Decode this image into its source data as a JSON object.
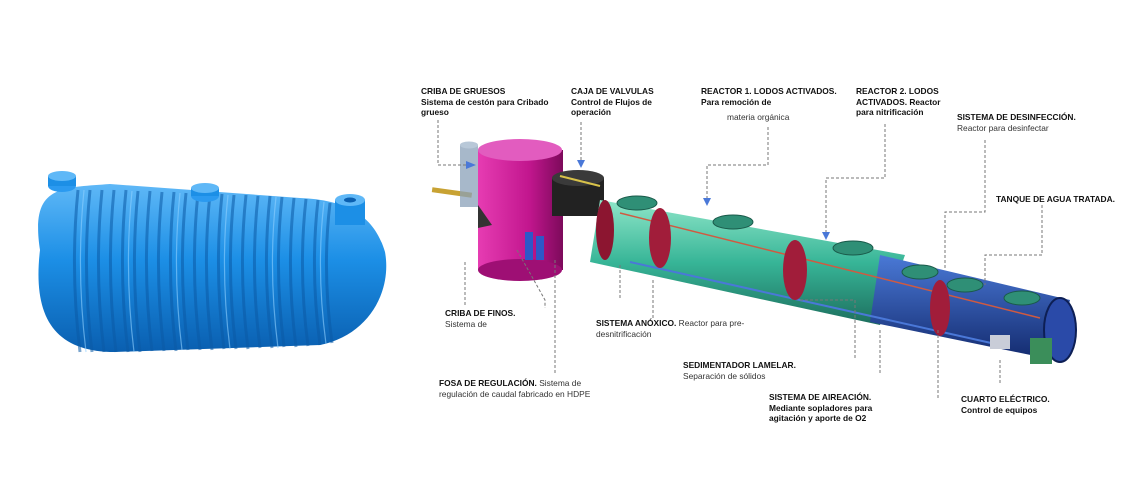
{
  "labels": {
    "criba_gruesos": {
      "title": "CRIBA DE GRUESOS",
      "desc": "Sistema de cestón para Cribado grueso"
    },
    "caja_valvulas": {
      "title": "CAJA DE VALVULAS",
      "desc": "Control de Flujos de operación"
    },
    "reactor1": {
      "title": "REACTOR 1. LODOS ACTIVADOS. Para remoción de",
      "desc": "materia orgánica"
    },
    "reactor2": {
      "title": "REACTOR 2. LODOS ACTIVADOS. Reactor para nitrificación"
    },
    "desinfeccion": {
      "title": "SISTEMA DE DESINFECCIÓN.",
      "desc": "Reactor para desinfectar"
    },
    "tanque_agua": {
      "title": "TANQUE DE AGUA TRATADA."
    },
    "criba_finos": {
      "title": "CRIBA DE FINOS.",
      "desc": "Sistema de"
    },
    "anoxico": {
      "title": "SISTEMA ANÓXICO.",
      "desc": "Reactor para pre- desnitrificación"
    },
    "fosa": {
      "title": "FOSA DE REGULACIÓN.",
      "desc": "Sistema de regulación de caudal fabricado en HDPE"
    },
    "sedimentador": {
      "title": "SEDIMENTADOR LAMELAR.",
      "desc": "Separación de sólidos"
    },
    "aireacion": {
      "title": "SISTEMA DE AIREACIÓN.",
      "desc": "Mediante sopladores para agitación y aporte de O2"
    },
    "cuarto": {
      "title": "CUARTO ELÉCTRICO.",
      "desc": "Control de equipos"
    }
  },
  "colors": {
    "tank_blue": "#1c8fe6",
    "magenta": "#c2168e",
    "green": "#37b597",
    "dark_red": "#8c1530",
    "navy": "#1f3a93",
    "leader": "#777777"
  }
}
